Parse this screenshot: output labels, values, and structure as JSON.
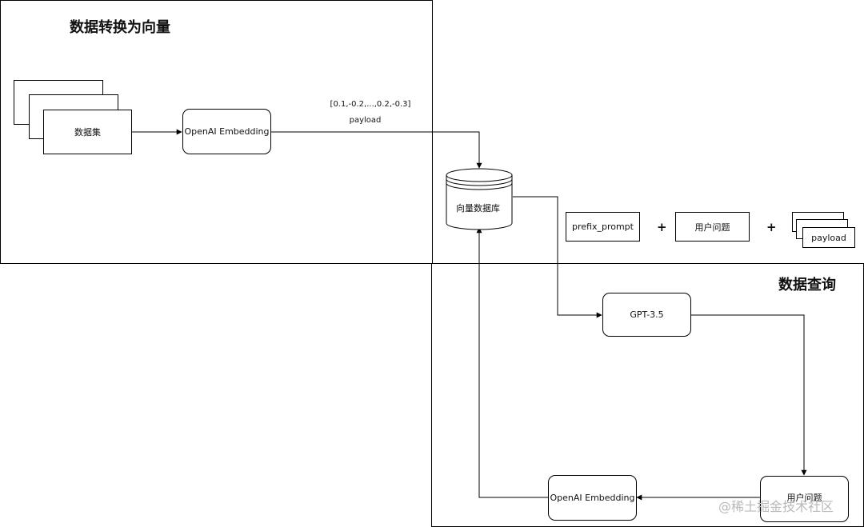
{
  "regions": {
    "vectorize": {
      "title": "数据转换为向量"
    },
    "query": {
      "title": "数据查询"
    }
  },
  "nodes": {
    "dataset": "数据集",
    "embedding_top": "OpenAI Embedding",
    "vector_db": "向量数据库",
    "prefix_prompt": "prefix_prompt",
    "user_question_top": "用户问题",
    "payload": "payload",
    "gpt": "GPT-3.5",
    "user_question_bottom": "用户问题",
    "embedding_bottom": "OpenAI Embedding"
  },
  "edge_labels": {
    "vector_example": "[0.1,-0.2,...,0.2,-0.3]",
    "payload": "payload"
  },
  "operators": {
    "plus": "+"
  },
  "watermark": "@稀土掘金技术社区",
  "colors": {
    "line": "#000000",
    "watermark": "#b9b9b9"
  }
}
